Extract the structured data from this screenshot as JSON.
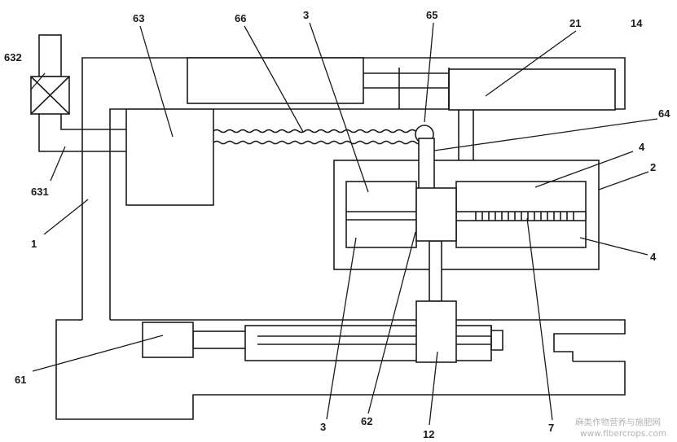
{
  "labels": {
    "l1": "1",
    "l2": "2",
    "l3_top": "3",
    "l3_bottom": "3",
    "l4_top": "4",
    "l4_bottom": "4",
    "l7": "7",
    "l12": "12",
    "l14": "14",
    "l21": "21",
    "l61": "61",
    "l62": "62",
    "l63": "63",
    "l64": "64",
    "l65": "65",
    "l66": "66",
    "l631": "631",
    "l632": "632"
  },
  "watermark": {
    "line1": "麻类作物营养与施肥网",
    "line2": "www.fibercrops.com"
  }
}
